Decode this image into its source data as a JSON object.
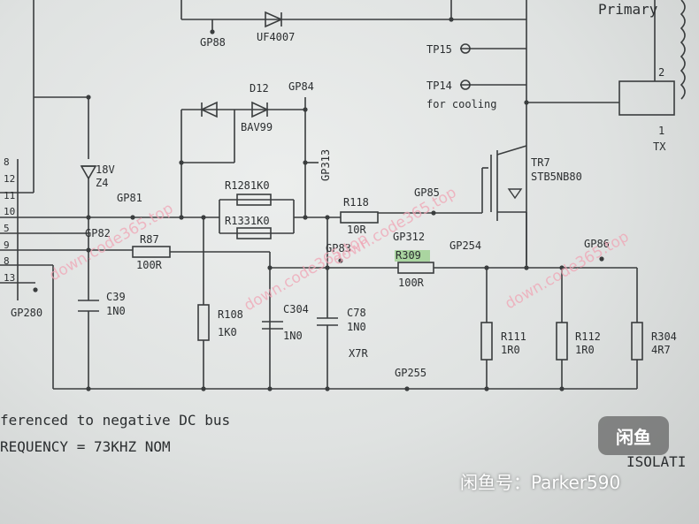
{
  "primary": "Primary",
  "labels": {
    "gp88": "GP88",
    "uf4007": "UF4007",
    "tp15": "TP15",
    "tp14": "TP14",
    "cooling": "for cooling",
    "d12": "D12",
    "gp84": "GP84",
    "bav99": "BAV99",
    "gp313": "GP313",
    "n18v": "18V",
    "z4": "Z4",
    "gp81": "GP81",
    "r1281": "R1281K0",
    "r1331": "R1331K0",
    "r118": "R118",
    "r118v": "10R",
    "gp85": "GP85",
    "gp312": "GP312",
    "tr7": "TR7",
    "stb": "STB5NB80",
    "pin2": "2",
    "pin1": "1",
    "tx": "TX",
    "gp82": "GP82",
    "r87": "R87",
    "r87v": "100R",
    "gp83": "GP83",
    "r309": "R309",
    "r309v": "100R",
    "gp254": "GP254",
    "gp86": "GP86",
    "gp280": "GP280",
    "c39": "C39",
    "c39v": "1N0",
    "r108": "R108",
    "r108v": "1K0",
    "c304": "C304",
    "c304v": "1N0",
    "c78": "C78",
    "c78v": "1N0",
    "x7r": "X7R",
    "r111": "R111",
    "r111v": "1R0",
    "r112": "R112",
    "r112v": "1R0",
    "r304": "R304",
    "r304v": "4R7",
    "gp255": "GP255"
  },
  "pins": [
    "8",
    "12",
    "11",
    "10",
    "5",
    "9",
    "8",
    "13"
  ],
  "note1": "ferenced to negative DC bus",
  "note2": "REQUENCY = 73KHZ NOM",
  "isolation": "ISOLATI",
  "watermarks": [
    "down.code365.top",
    "down.code365.top",
    "down.code365.top",
    "down.code365.top"
  ],
  "badge": "闲鱼",
  "seller": "闲鱼号：Parker590"
}
